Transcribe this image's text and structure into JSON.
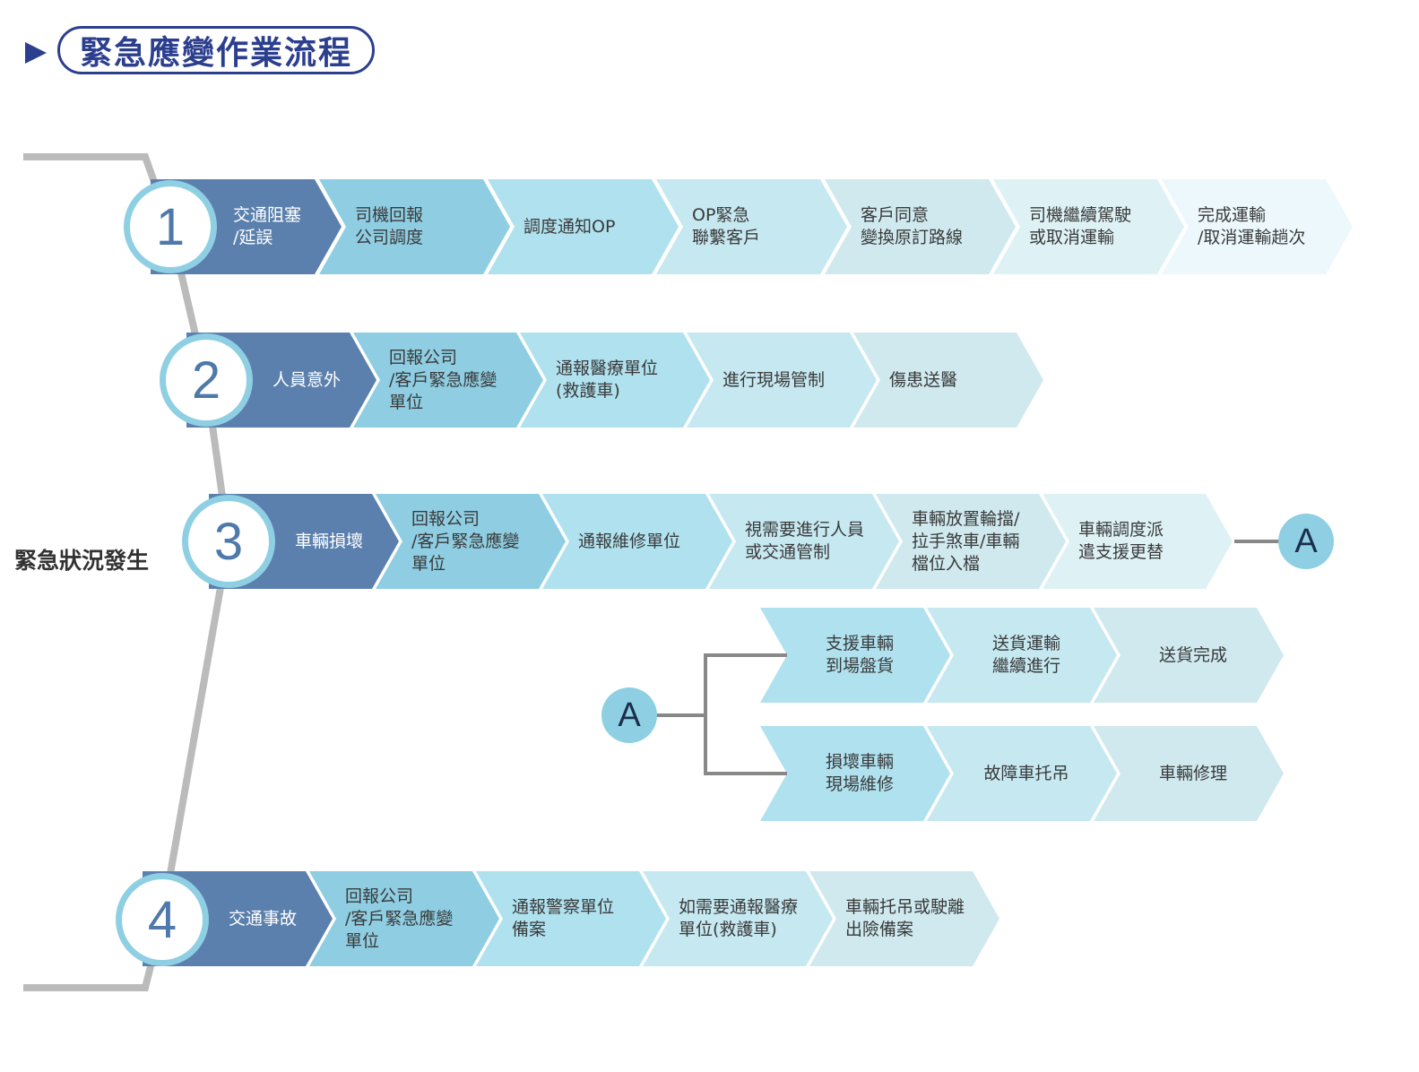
{
  "title": "緊急應變作業流程",
  "side_label": "緊急狀況發生",
  "colors": {
    "accent": "#2c3f8f",
    "connector": "#bbbbbb",
    "branch": "#888888",
    "circle_ring": "#8ecfe3",
    "step_number": "#4e79aa",
    "shades": [
      "#5b80ae",
      "#8ecde2",
      "#b0e1ef",
      "#c6e8f1",
      "#cfe9ef",
      "#def2f6",
      "#ecf8fc"
    ]
  },
  "scenarios": [
    {
      "number": "1",
      "steps": [
        [
          "交通阻塞",
          "/延誤"
        ],
        [
          "司機回報",
          "公司調度"
        ],
        [
          "調度通知OP"
        ],
        [
          "OP緊急",
          "聯繫客戶"
        ],
        [
          "客戶同意",
          "變換原訂路線"
        ],
        [
          "司機繼續駕駛",
          "或取消運輸"
        ],
        [
          "完成運輸",
          "/取消運輸趟次"
        ]
      ]
    },
    {
      "number": "2",
      "steps": [
        [
          "人員意外"
        ],
        [
          "回報公司",
          "/客戶緊急應變",
          "單位"
        ],
        [
          "通報醫療單位",
          "(救護車)"
        ],
        [
          "進行現場管制"
        ],
        [
          "傷患送醫"
        ]
      ]
    },
    {
      "number": "3",
      "steps": [
        [
          "車輛損壞"
        ],
        [
          "回報公司",
          "/客戶緊急應變",
          "單位"
        ],
        [
          "通報維修單位"
        ],
        [
          "視需要進行人員",
          "或交通管制"
        ],
        [
          "車輛放置輪擋/",
          "拉手煞車/車輛",
          "檔位入檔"
        ],
        [
          "車輛調度派",
          "遣支援更替"
        ]
      ],
      "connector": "A"
    },
    {
      "number": "4",
      "steps": [
        [
          "交通事故"
        ],
        [
          "回報公司",
          "/客戶緊急應變",
          "單位"
        ],
        [
          "通報警察單位",
          "備案"
        ],
        [
          "如需要通報醫療",
          "單位(救護車)"
        ],
        [
          "車輛托吊或駛離",
          "出險備案"
        ]
      ]
    }
  ],
  "branch": {
    "connector": "A",
    "rows": [
      [
        [
          "支援車輛",
          "到場盤貨"
        ],
        [
          "送貨運輸",
          "繼續進行"
        ],
        [
          "送貨完成"
        ]
      ],
      [
        [
          "損壞車輛",
          "現場維修"
        ],
        [
          "故障車托吊"
        ],
        [
          "車輛修理"
        ]
      ]
    ]
  }
}
